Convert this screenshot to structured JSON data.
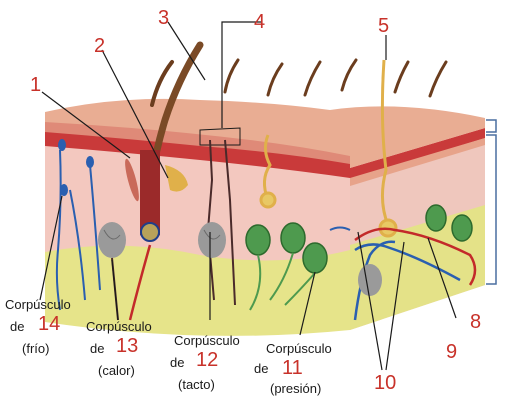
{
  "labels": {
    "n1": "1",
    "n2": "2",
    "n3": "3",
    "n4": "4",
    "n5": "5",
    "n8": "8",
    "n9": "9",
    "n10": "10"
  },
  "corpuscles": [
    {
      "word": "Corpúsculo",
      "de": "de",
      "number": "14",
      "sense": "(frío)"
    },
    {
      "word": "Corpúsculo",
      "de": "de",
      "number": "13",
      "sense": "(calor)"
    },
    {
      "word": "Corpúsculo",
      "de": "de",
      "number": "12",
      "sense": "(tacto)"
    },
    {
      "word": "Corpúsculo",
      "de": "de",
      "number": "11",
      "sense": "(presión)"
    }
  ],
  "colors": {
    "label_number": "#c8322a",
    "epidermis": "#e6a58c",
    "dermis": "#f1c3ba",
    "hypodermis": "#e3e184",
    "nerve": "#2a5fb0",
    "vessel": "#c32a2a",
    "pacinian": "#4e9a4e"
  }
}
